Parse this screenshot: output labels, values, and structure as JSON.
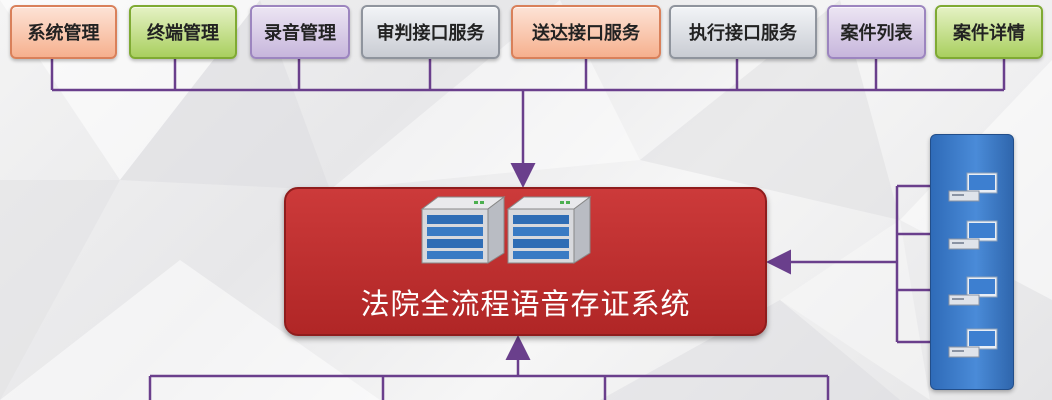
{
  "modules": [
    {
      "label": "系统管理",
      "color": "orange"
    },
    {
      "label": "终端管理",
      "color": "green"
    },
    {
      "label": "录音管理",
      "color": "purple"
    },
    {
      "label": "审判接口服务",
      "color": "gray"
    },
    {
      "label": "送达接口服务",
      "color": "orange"
    },
    {
      "label": "执行接口服务",
      "color": "gray"
    },
    {
      "label": "案件列表",
      "color": "purple"
    },
    {
      "label": "案件详情",
      "color": "green"
    }
  ],
  "core": {
    "title": "法院全流程语音存证系统",
    "icons": [
      "server-rack-icon",
      "server-rack-icon"
    ]
  },
  "clients": {
    "icons": [
      "desktop-computer-icon",
      "desktop-computer-icon",
      "desktop-computer-icon",
      "desktop-computer-icon"
    ]
  },
  "colors": {
    "connector": "#6a3f8c",
    "core_red": "#bf3030",
    "client_blue": "#3c7bc8"
  }
}
